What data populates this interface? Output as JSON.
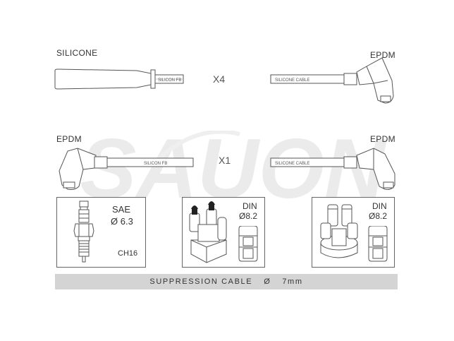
{
  "labels": {
    "silicone": "SILICONE",
    "epdm_top_right": "EPDM",
    "epdm_mid_left": "EPDM",
    "epdm_mid_right": "EPDM"
  },
  "multipliers": {
    "top": "X4",
    "middle": "X1"
  },
  "cable_print": {
    "top_left": "SILICON FB",
    "top_right": "SILICONE CABLE",
    "mid_left": "SILICON FB",
    "mid_right": "SILICONE CABLE"
  },
  "watermark": "SAUON",
  "panels": {
    "sae": {
      "type": "SAE",
      "size": "Ø 6.3",
      "hex": "CH16"
    },
    "din_1": {
      "type": "DIN",
      "size": "Ø8.2"
    },
    "din_2": {
      "type": "DIN",
      "size": "Ø8.2"
    }
  },
  "footer": {
    "label": "SUPPRESSION CABLE",
    "symbol": "Ø",
    "value": "7mm"
  },
  "colors": {
    "line": "#555555",
    "banner": "#d4d4d4",
    "watermark": "#e8e8e8"
  }
}
